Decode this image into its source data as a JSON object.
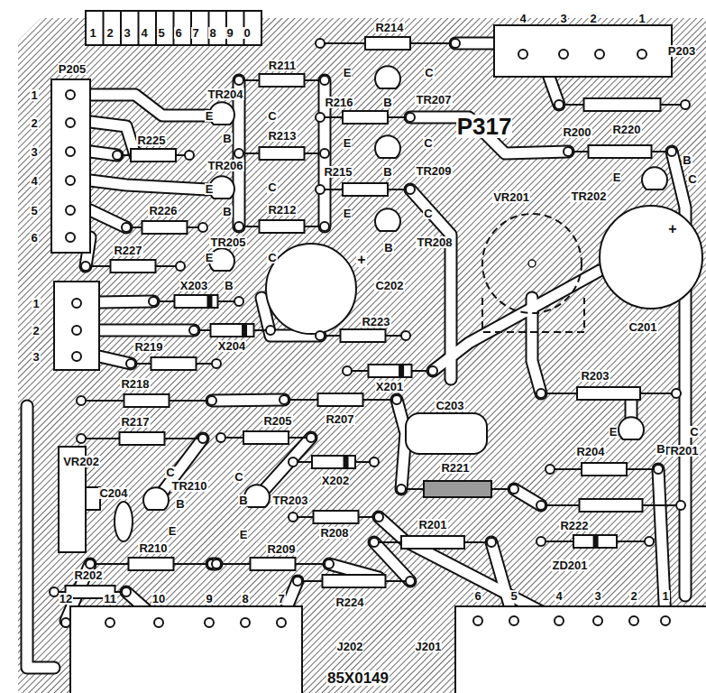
{
  "diagram": {
    "labels": [
      "1",
      "2",
      "3",
      "4",
      "5",
      "6",
      "7",
      "8",
      "9",
      "0",
      "4",
      "3",
      "2",
      "1",
      "R214",
      "P203",
      "P205",
      "R211",
      "E",
      "C",
      "TR204",
      "1",
      "R216",
      "B",
      "TR207",
      "E",
      "C",
      "2",
      "P317",
      "R200",
      "R220",
      "B",
      "R225",
      "R213",
      "E",
      "C",
      "3",
      "TR206",
      "R215",
      "B",
      "TR209",
      "E",
      "B",
      "C",
      "4",
      "E",
      "C",
      "TR202",
      "VR201",
      "5",
      "B",
      "R226",
      "R212",
      "E",
      "C",
      "+",
      "6",
      "TR205",
      "TR208",
      "B",
      "R227",
      "E",
      "C",
      "+",
      "X203",
      "B",
      "C202",
      "1",
      "R223",
      "C201",
      "2",
      "X204",
      "R219",
      "3",
      "R203",
      "R218",
      "X201",
      "C203",
      "R207",
      "R205",
      "R217",
      "E",
      "C",
      "TR201",
      "B",
      "R204",
      "VR202",
      "R221",
      "C",
      "C",
      "X202",
      "TR210",
      "C204",
      "B",
      "B",
      "TR203",
      "R222",
      "R201",
      "E",
      "E",
      "R208",
      "R210",
      "R209",
      "ZD201",
      "R202",
      "12",
      "11",
      "10",
      "9",
      "8",
      "7",
      "6",
      "5",
      "4",
      "3",
      "2",
      "1",
      "R224",
      "J202",
      "J201",
      "85X0149"
    ]
  }
}
